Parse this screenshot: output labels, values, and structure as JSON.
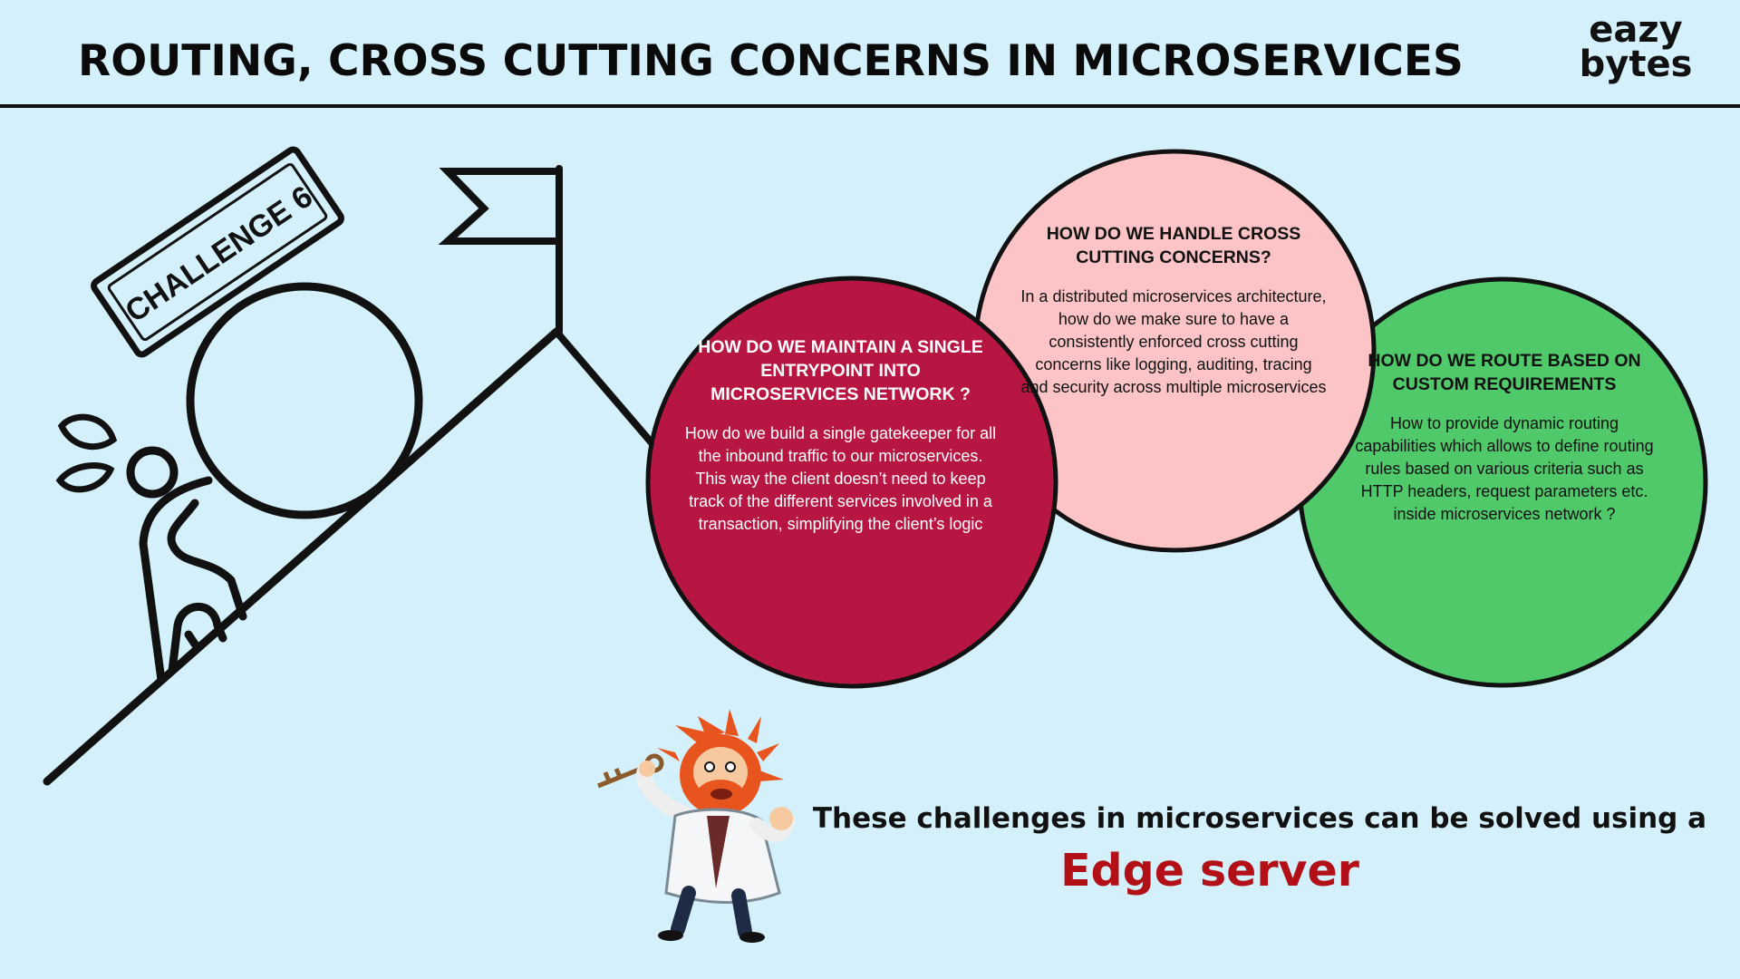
{
  "header": {
    "title": "ROUTING, CROSS CUTTING CONCERNS IN MICROSERVICES",
    "logo_line1": "eazy",
    "logo_line2": "bytes"
  },
  "badge": {
    "text": "CHALLENGE 6"
  },
  "circles": [
    {
      "question": "HOW DO WE MAINTAIN A SINGLE ENTRYPOINT INTO MICROSERVICES NETWORK ?",
      "answer": "How do we build a single gatekeeper for all the inbound traffic to our microservices. This way the client doesn’t need to keep track of the different services involved in a transaction, simplifying the client’s logic",
      "color": "#b81642"
    },
    {
      "question": "HOW DO WE HANDLE CROSS CUTTING CONCERNS?",
      "answer": "In a distributed microservices architecture, how do we make sure to have a consistently enforced cross cutting concerns like logging, auditing, tracing and security across multiple microservices",
      "color": "#fcc4c6"
    },
    {
      "question": "HOW DO WE ROUTE BASED ON CUSTOM REQUIREMENTS",
      "answer": "How to provide dynamic routing capabilities which allows to define routing rules based on various criteria such as HTTP headers, request parameters etc. inside microservices network ?",
      "color": "#50c96a"
    }
  ],
  "footer": {
    "line": "These challenges in microservices can be solved using a",
    "accent": "Edge server",
    "accent_color": "#b30f17"
  },
  "icons": [
    "sisyphus-figure",
    "flag-icon",
    "challenge-stamp",
    "sweat-drops-icon",
    "scientist-with-key-icon"
  ]
}
